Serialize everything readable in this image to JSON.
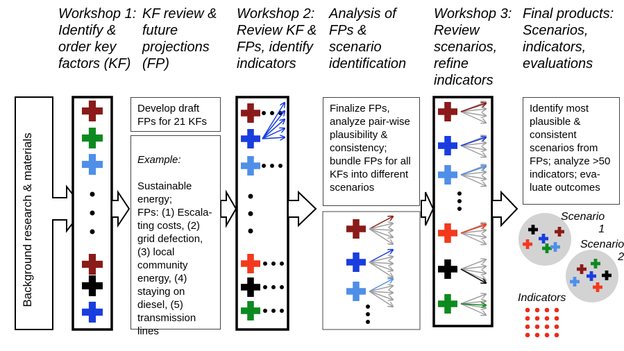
{
  "headers": [
    "Workshop 1:\nIdentify &\norder key\nfactors (KF)",
    "KF review &\nfuture\nprojections\n(FP)",
    "Workshop 2:\nReview KF &\nFPs, identify\nindicators",
    "Analysis of\nFPs &\nscenario\nidentification",
    "Workshop 3:\nReview\nscenarios,\nrefine\nindicators",
    "Final products:\nScenarios,\nindicators,\nevaluations"
  ],
  "background_label": "Background research & materials",
  "kf_box_text": "Develop draft\nFPs for 21 KFs",
  "example_label": "Example:",
  "example_text": "Sustainable\nenergy;\nFPs: (1) Escala-\nting costs, (2)\ngrid defection,\n(3) local\ncommunity\nenergy, (4)\nstaying on\ndiesel, (5)\ntransmission\nlines",
  "analysis_text": "Finalize FPs,\nanalyze pair-wise\nplausibility &\nconsistency;\nbundle FPs for all\nKFs into different\nscenarios",
  "final_text": "Identify most\nplausible &\nconsistent\nscenarios from\nFPs; analyze >50\nindicators; eva-\nluate outcomes",
  "scenario1_label": "Scenario\n1",
  "scenario2_label": "Scenario\n2",
  "indicators_label": "Indicators",
  "colors": {
    "darkred": "#8b1a1a",
    "green": "#0d8a1f",
    "lightblue": "#4f8fe8",
    "red": "#f23a1e",
    "black": "#000000",
    "blue": "#1a3de0",
    "gray": "#a0a0a0",
    "scenario_fill": "#d3d3d3",
    "indicator_dot": "#ee2a1a"
  }
}
